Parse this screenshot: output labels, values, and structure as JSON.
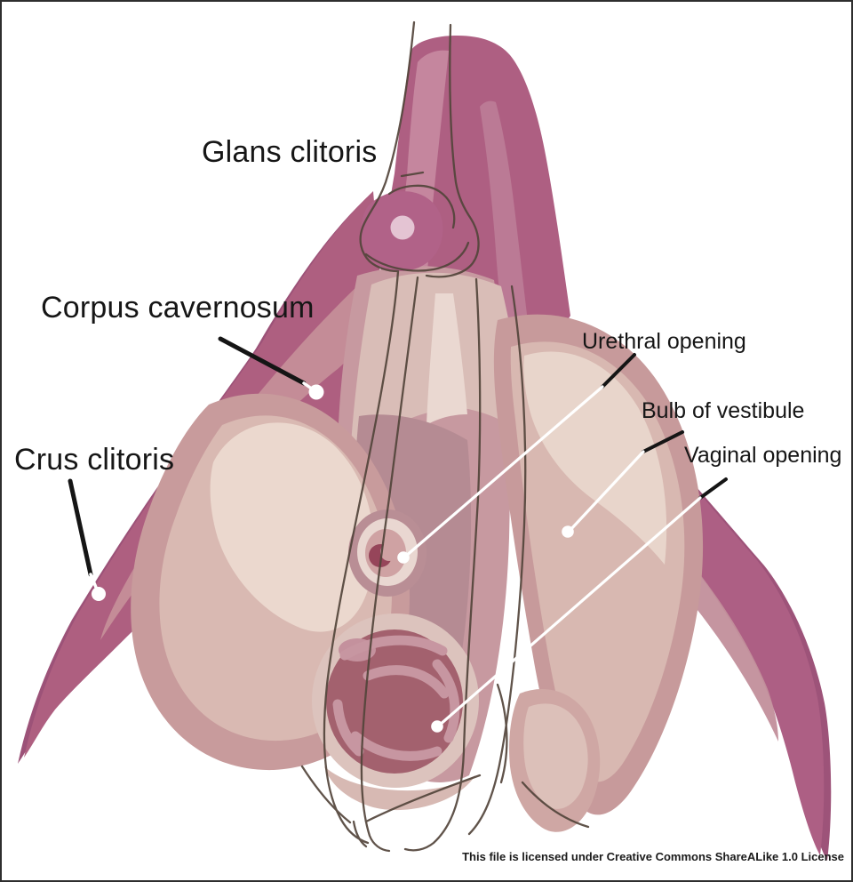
{
  "annotations": {
    "glans": "Glans clitoris",
    "corpus": "Corpus cavernosum",
    "crus": "Crus clitoris",
    "urethral": "Urethral opening",
    "bulb": "Bulb of vestibule",
    "vaginal": "Vaginal opening"
  },
  "license": "This file is licensed under Creative Commons ShareALike 1.0 License",
  "palette": {
    "background": "#ffffff",
    "wing_deep": "#9c5278",
    "wing_main": "#ad5f82",
    "wing_mid_band": "#c58e98",
    "shaft_highlight": "#c5869e",
    "central_dark": "#b58b93",
    "vestibule_light": "#dcc2bc",
    "bulb_outer": "#c89b9c",
    "bulb_mid": "#d9b9b2",
    "bulb_highlight": "#ebd8ce",
    "glans_tip": "#e4c4d3",
    "urethra_ring": "#e9d7d1",
    "urethra_crescent": "#96455a",
    "vagina_dark": "#a3616e",
    "vagina_swirl": "#c796a1",
    "sketch_line": "#53453b",
    "leader_black": "#151515",
    "leader_white": "#ffffff",
    "label_text": "#161616"
  }
}
